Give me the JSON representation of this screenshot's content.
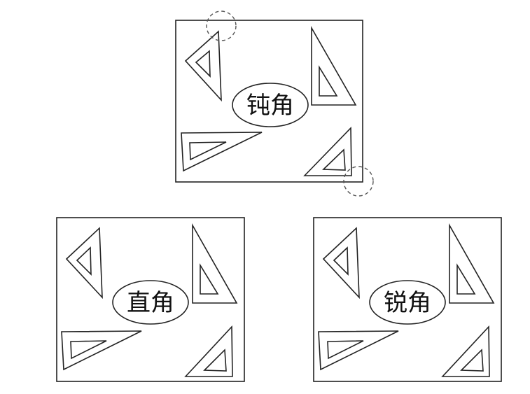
{
  "panels": [
    {
      "id": "top",
      "label": "钝角"
    },
    {
      "id": "bottom-left",
      "label": "直角"
    },
    {
      "id": "bottom-right",
      "label": "锐角"
    }
  ]
}
